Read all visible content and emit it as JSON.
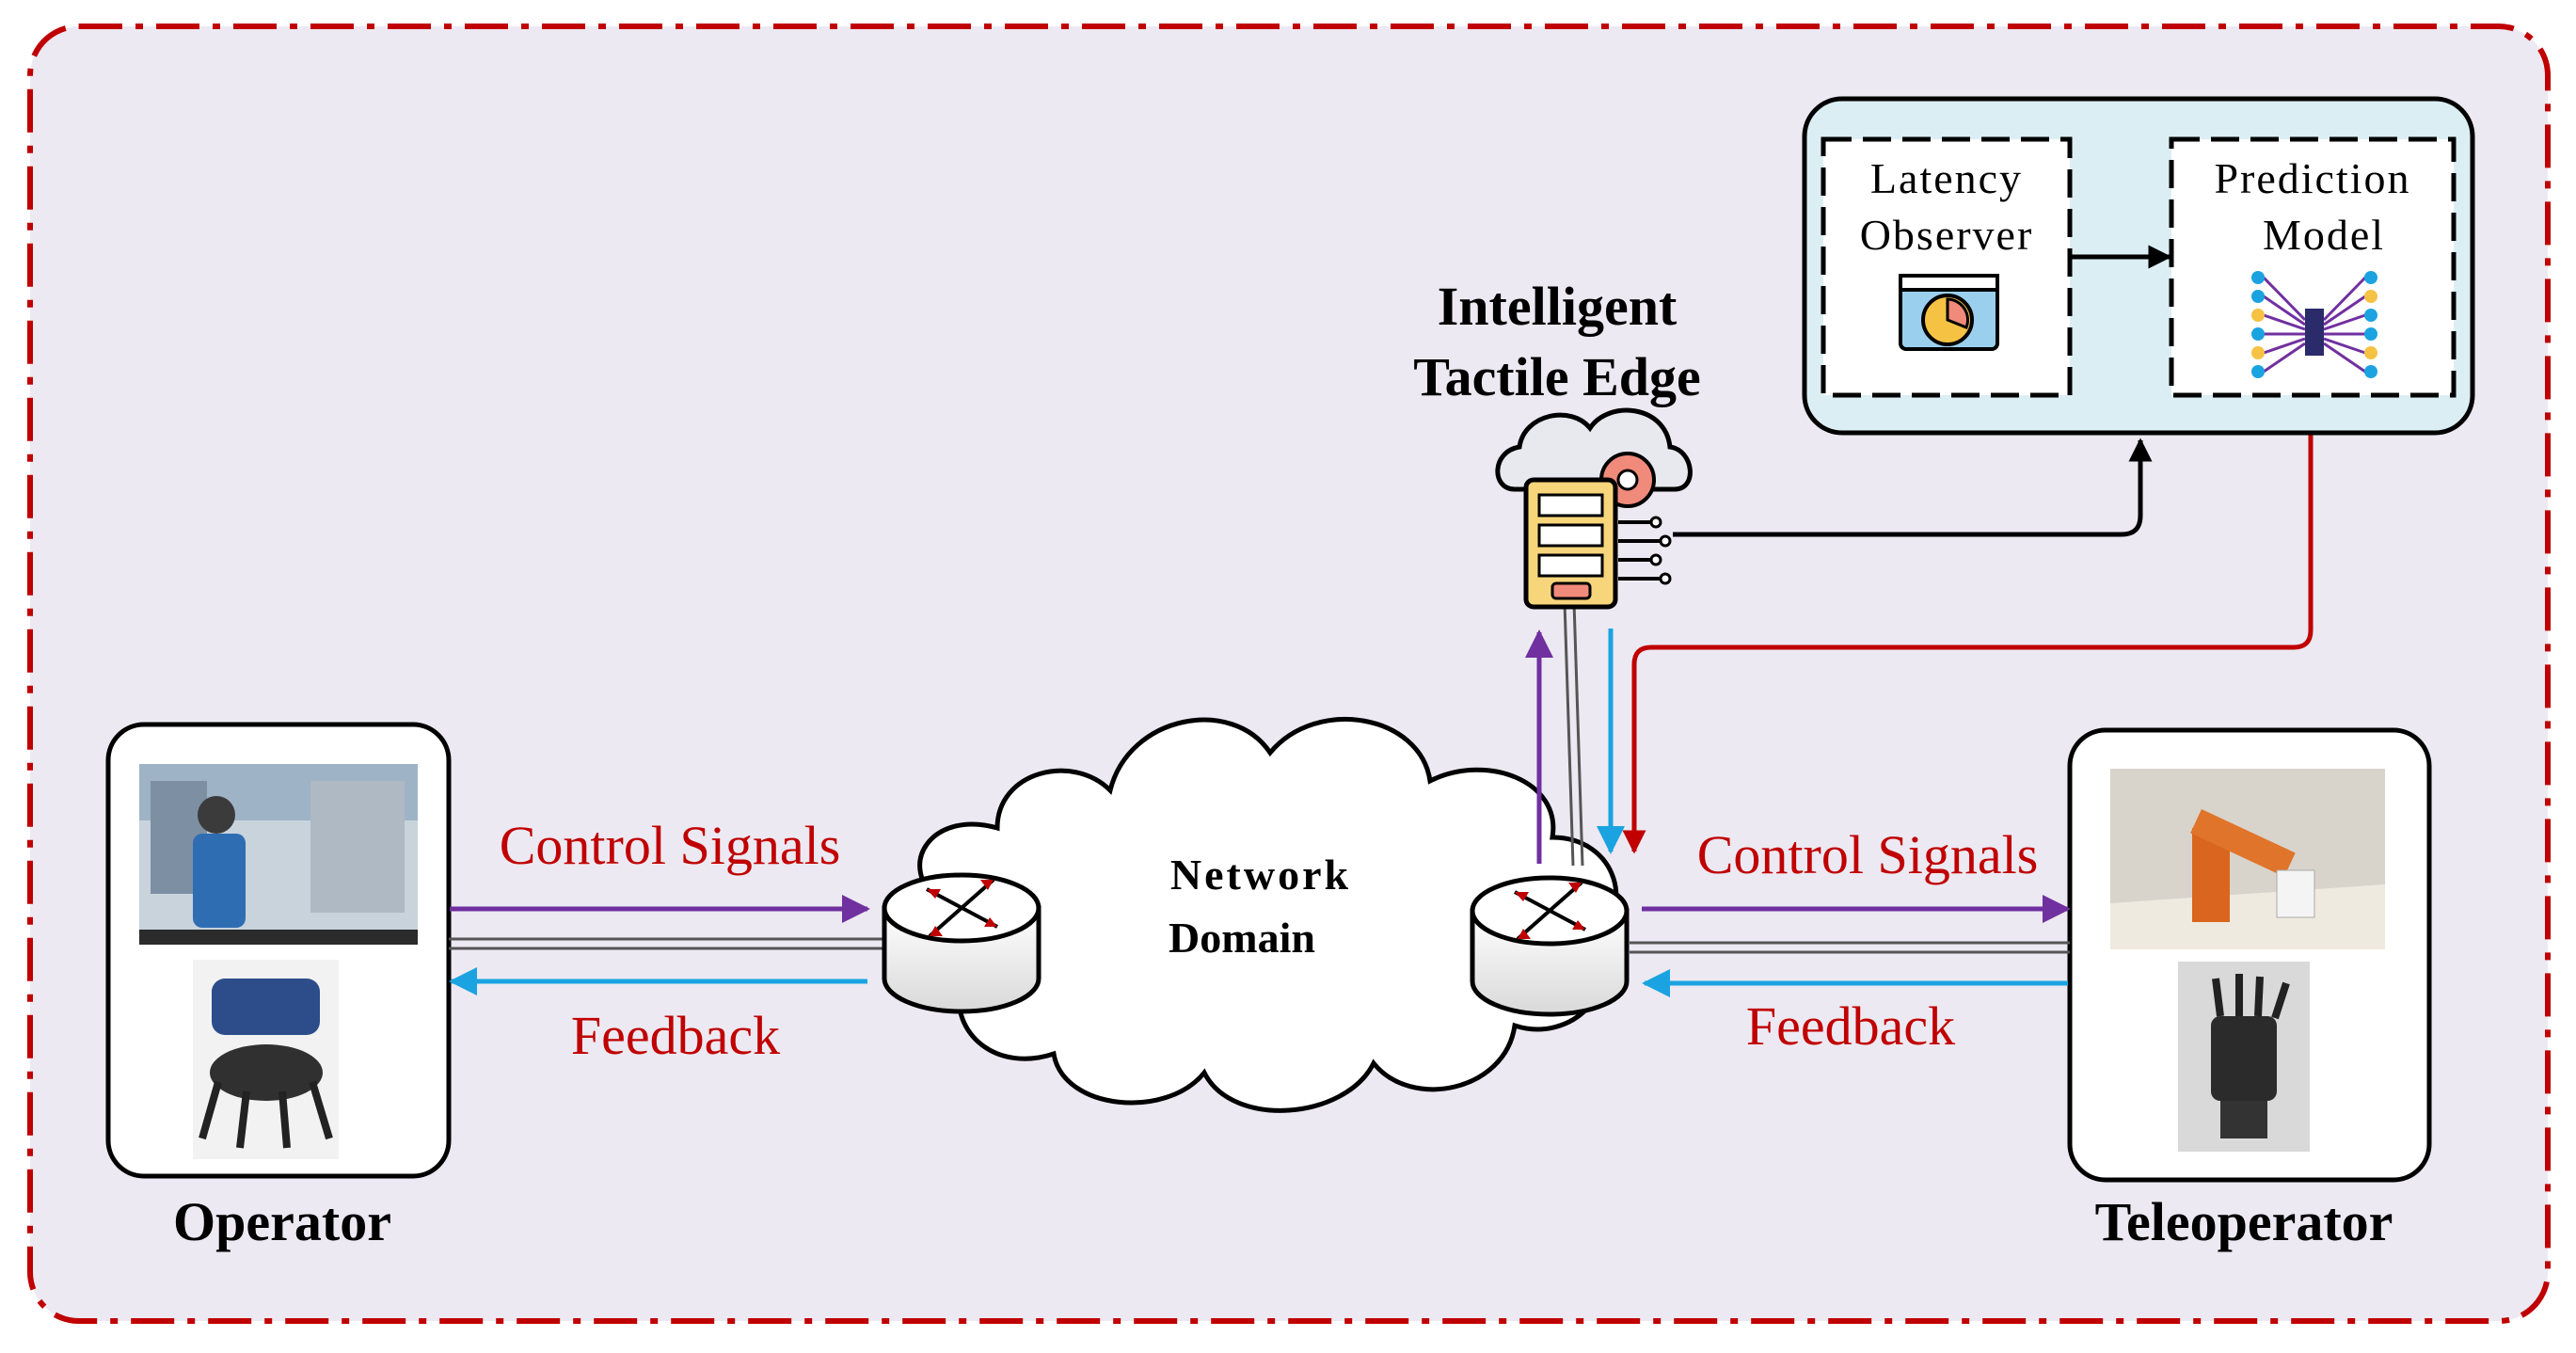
{
  "labels": {
    "operator": "Operator",
    "teleoperator": "Teleoperator",
    "edge_line1": "Intelligent",
    "edge_line2": "Tactile Edge",
    "network_line1": "Network",
    "network_line2": "Domain",
    "latency_line1": "Latency",
    "latency_line2": "Observer",
    "prediction_line1": "Prediction",
    "prediction_line2": "Model",
    "control_left": "Control Signals",
    "feedback_left": "Feedback",
    "control_right": "Control Signals",
    "feedback_right": "Feedback"
  },
  "colors": {
    "background": "#ece9f2",
    "outer_border": "#c00000",
    "control_arrow": "#7030a0",
    "feedback_arrow": "#1aa3e0",
    "prediction_arrow": "#c00000",
    "signal_text": "#c00000",
    "panel_fill": "#dbeef4"
  },
  "icons": {
    "router": "router-icon",
    "edge_server": "edge-server-icon",
    "latency": "latency-monitor-icon",
    "prediction": "neural-network-icon"
  }
}
